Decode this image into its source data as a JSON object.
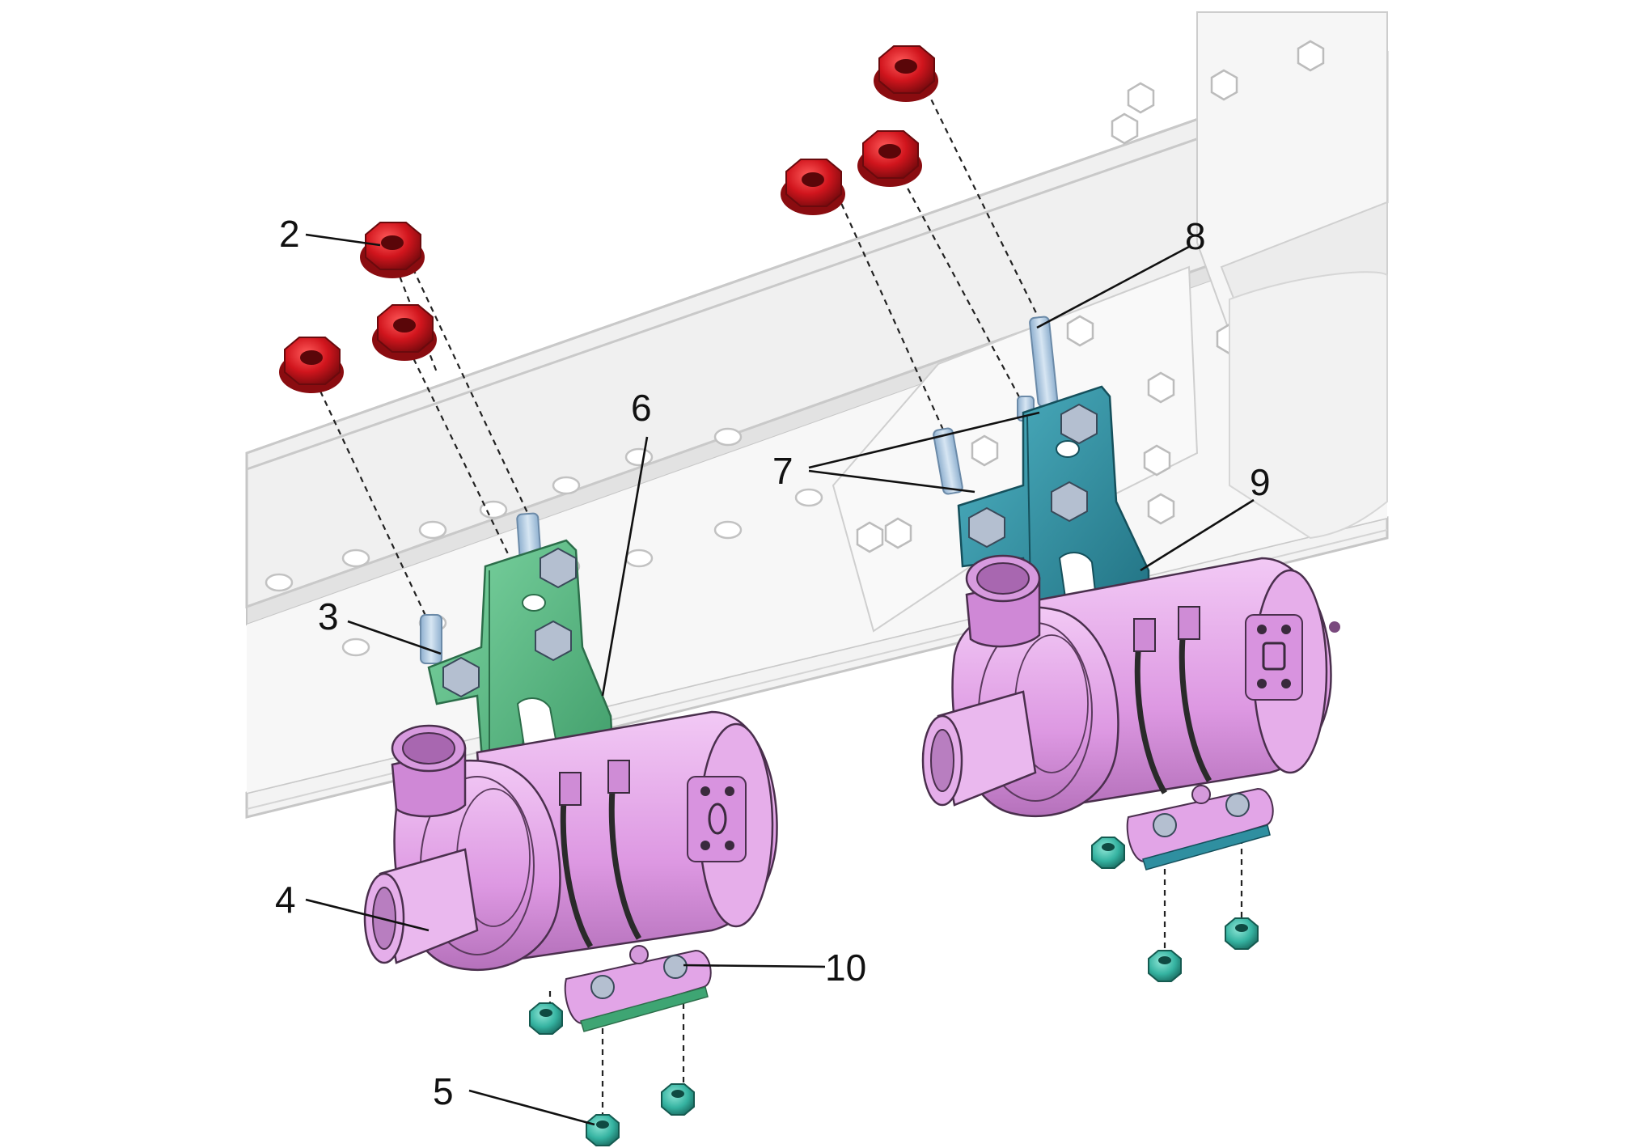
{
  "callouts": [
    {
      "id": "1",
      "label": "2"
    },
    {
      "id": "2",
      "label": "3"
    },
    {
      "id": "3",
      "label": "4"
    },
    {
      "id": "4",
      "label": "5"
    },
    {
      "id": "5",
      "label": "6"
    },
    {
      "id": "6",
      "label": "7"
    },
    {
      "id": "7",
      "label": "8"
    },
    {
      "id": "8",
      "label": "9"
    },
    {
      "id": "9",
      "label": "10"
    }
  ],
  "colors": {
    "nut_red": "#c8141b",
    "bracket_green": "#5fbf8a",
    "bracket_teal": "#2f95a8",
    "pump_pink": "#e3a6e8",
    "small_nut_teal": "#3bb5a3",
    "stud_blue": "#a9c7e3",
    "bolt_head": "#aeb8c8",
    "frame_fill": "#eeeeee",
    "frame_line": "#c9c9c9"
  }
}
